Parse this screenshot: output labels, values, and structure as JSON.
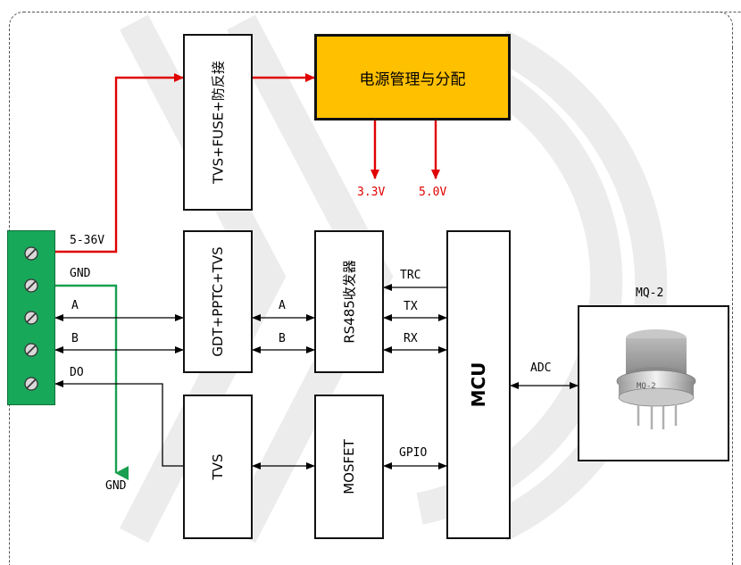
{
  "blocks": {
    "protection": "TVS+FUSE+防反接",
    "power_mgmt": "电源管理与分配",
    "gdt": "GDT+PPTC+TVS",
    "rs485": "RS485收发器",
    "tvs": "TVS",
    "mosfet": "MOSFET",
    "mcu": "MCU",
    "sensor": "MQ-2"
  },
  "labels": {
    "v_in": "5-36V",
    "gnd_top": "GND",
    "a_left": "A",
    "b_left": "B",
    "do": "DO",
    "gnd_bottom": "GND",
    "a_mid": "A",
    "b_mid": "B",
    "trc": "TRC",
    "tx": "TX",
    "rx": "RX",
    "gpio": "GPIO",
    "adc": "ADC",
    "v33": "3.3V",
    "v50": "5.0V",
    "sensor_marking": "MQ-2"
  },
  "colors": {
    "terminal": "#18a85a",
    "power_block": "#ffc000",
    "power_wire": "#e00000",
    "gnd_wire": "#18a050",
    "watermark": "#ececec"
  },
  "icons": [
    "screw-terminal-icon",
    "mq2-sensor-photo-icon"
  ]
}
